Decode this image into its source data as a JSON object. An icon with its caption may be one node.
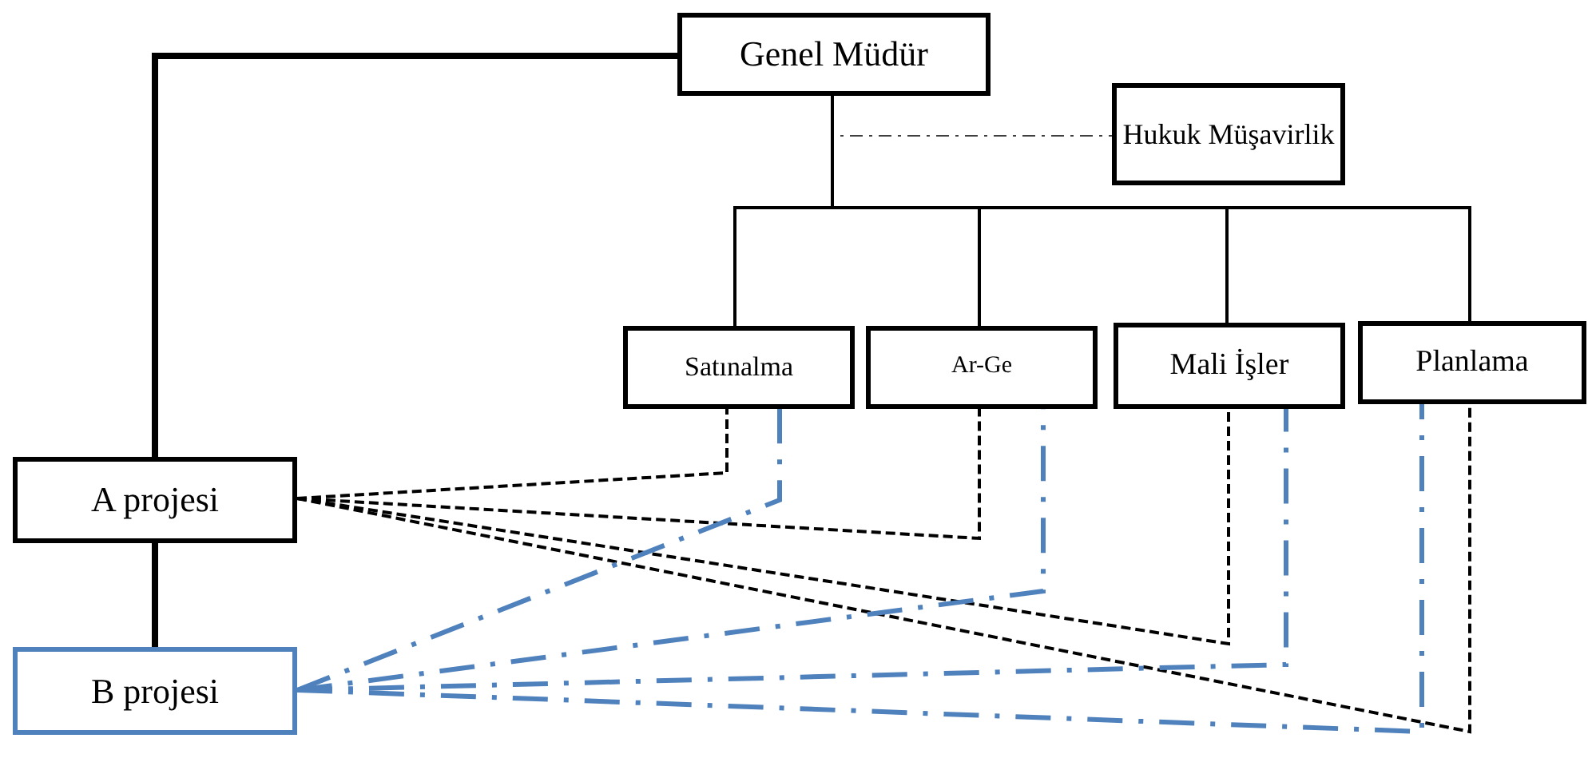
{
  "diagram": {
    "nodes": [
      {
        "text": [
          "Genel Müdür"
        ]
      },
      {
        "text": [
          "Hukuk Müşavirlik"
        ]
      },
      {
        "text": [
          "Satınalma"
        ]
      },
      {
        "text": [
          "Ar-Ge"
        ]
      },
      {
        "text": [
          "Mali İşler"
        ]
      },
      {
        "text": [
          "Planlama"
        ]
      },
      {
        "text": [
          "A projesi"
        ]
      },
      {
        "text": [
          "B projesi"
        ]
      }
    ],
    "edges": [
      {
        "from": 0,
        "to": 1,
        "arrow": "none",
        "style": "dashed",
        "color": "#404040"
      },
      {
        "from": 0,
        "to": 2,
        "arrow": "none"
      },
      {
        "from": 0,
        "to": 3,
        "arrow": "none"
      },
      {
        "from": 0,
        "to": 4,
        "arrow": "none"
      },
      {
        "from": 0,
        "to": 5,
        "arrow": "none"
      },
      {
        "from": 0,
        "to": 6,
        "arrow": "none",
        "style": "thick"
      },
      {
        "from": 6,
        "to": 7,
        "arrow": "none",
        "style": "thick"
      },
      {
        "from": 6,
        "to": 2,
        "arrow": "none",
        "style": "dashed"
      },
      {
        "from": 6,
        "to": 3,
        "arrow": "none",
        "style": "dashed"
      },
      {
        "from": 6,
        "to": 4,
        "arrow": "none",
        "style": "dashed"
      },
      {
        "from": 6,
        "to": 5,
        "arrow": "none",
        "style": "dashed"
      },
      {
        "from": 7,
        "to": 2,
        "arrow": "none",
        "style": "dashed",
        "color": "#4f81bd"
      },
      {
        "from": 7,
        "to": 3,
        "arrow": "none",
        "style": "dashed",
        "color": "#4f81bd"
      },
      {
        "from": 7,
        "to": 4,
        "arrow": "none",
        "style": "dashed",
        "color": "#4f81bd"
      },
      {
        "from": 7,
        "to": 5,
        "arrow": "none",
        "style": "dashed",
        "color": "#4f81bd"
      }
    ]
  }
}
